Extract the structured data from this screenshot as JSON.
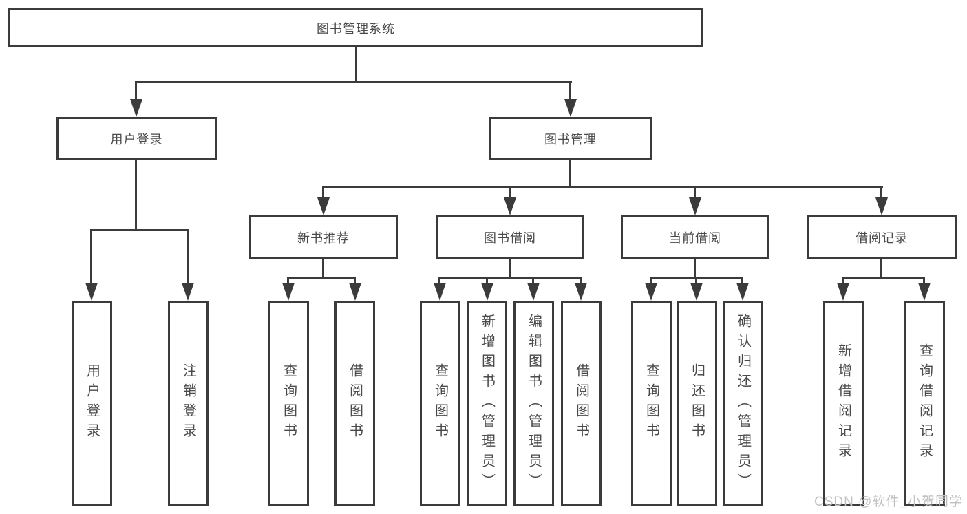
{
  "diagram": {
    "root": {
      "label": "图书管理系统"
    },
    "level2": [
      {
        "id": "user-login",
        "label": "用户登录"
      },
      {
        "id": "book-management",
        "label": "图书管理"
      }
    ],
    "level3": [
      {
        "id": "new-book-recommend",
        "label": "新书推荐"
      },
      {
        "id": "book-borrow",
        "label": "图书借阅"
      },
      {
        "id": "current-borrow",
        "label": "当前借阅"
      },
      {
        "id": "borrow-records",
        "label": "借阅记录"
      }
    ],
    "leaves": [
      {
        "id": "user-login-leaf",
        "label": "用户登录"
      },
      {
        "id": "logout",
        "label": "注销登录"
      },
      {
        "id": "query-books-recommend",
        "label": "查询图书"
      },
      {
        "id": "borrow-books-recommend",
        "label": "借阅图书"
      },
      {
        "id": "query-books-borrow",
        "label": "查询图书"
      },
      {
        "id": "add-books-admin",
        "label": "新增图书（管理员）"
      },
      {
        "id": "edit-books-admin",
        "label": "编辑图书（管理员）"
      },
      {
        "id": "borrow-books-borrow",
        "label": "借阅图书"
      },
      {
        "id": "query-books-current",
        "label": "查询图书"
      },
      {
        "id": "return-books",
        "label": "归还图书"
      },
      {
        "id": "confirm-return-admin",
        "label": "确认归还（管理员）"
      },
      {
        "id": "add-borrow-record",
        "label": "新增借阅记录"
      },
      {
        "id": "query-borrow-record",
        "label": "查询借阅记录"
      }
    ],
    "watermark": "CSDN @软件_小贺同学",
    "colors": {
      "line": "#3b3b3b",
      "text": "#4a4a4a",
      "watermark": "#c1c1c1",
      "background": "#ffffff"
    }
  }
}
